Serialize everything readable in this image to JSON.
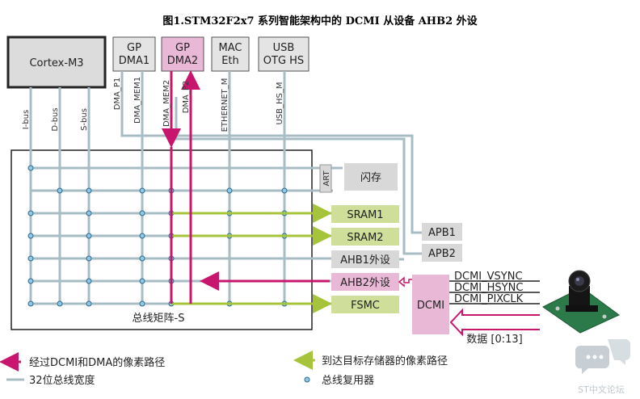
{
  "title": "图1.STM32F2x7 系列智能架构中的 DCMI 从设备 AHB2 外设",
  "masters": {
    "cortex": "Cortex-M3",
    "dma1_line1": "GP",
    "dma1_line2": "DMA1",
    "dma2_line1": "GP",
    "dma2_line2": "DMA2",
    "mac_line1": "MAC",
    "mac_line2": "Eth",
    "usb_line1": "USB",
    "usb_line2": "OTG HS"
  },
  "buses": {
    "ibus": "I-bus",
    "dbus": "D-bus",
    "sbus": "S-bus",
    "dma_p1": "DMA_P1",
    "dma_mem1": "DMA_MEM1",
    "dma_mem2": "DMA_MEM2",
    "dma_p2": "DMA_P2",
    "ethernet_m": "ETHERNET_M",
    "usb_hs_m": "USB_HS_M"
  },
  "matrix_label": "总线矩阵-S",
  "slaves": {
    "art": "ART",
    "flash": "闪存",
    "sram1": "SRAM1",
    "sram2": "SRAM2",
    "ahb1": "AHB1外设",
    "ahb2": "AHB2外设",
    "fsmc": "FSMC",
    "apb1": "APB1",
    "apb2": "APB2"
  },
  "dcmi": {
    "label": "DCMI",
    "vsync": "DCMI_VSYNC",
    "hsync": "DCMI_HSYNC",
    "pixclk": "DCMI_PIXCLK",
    "data": "数据 [0:13]"
  },
  "legend": {
    "magenta": "经过DCMI和DMA的像素路径",
    "green": "到达目标存储器的像素路径",
    "bus": "32位总线宽度",
    "mux": "总线复用器"
  },
  "watermark": "ST中文论坛",
  "colors": {
    "magenta": "#c8156e",
    "green": "#a5c43a",
    "bus": "#a8bcc4",
    "pink": "#e8b8d6",
    "greenbox": "#cfdf9a",
    "gray": "#d8d8d8"
  }
}
